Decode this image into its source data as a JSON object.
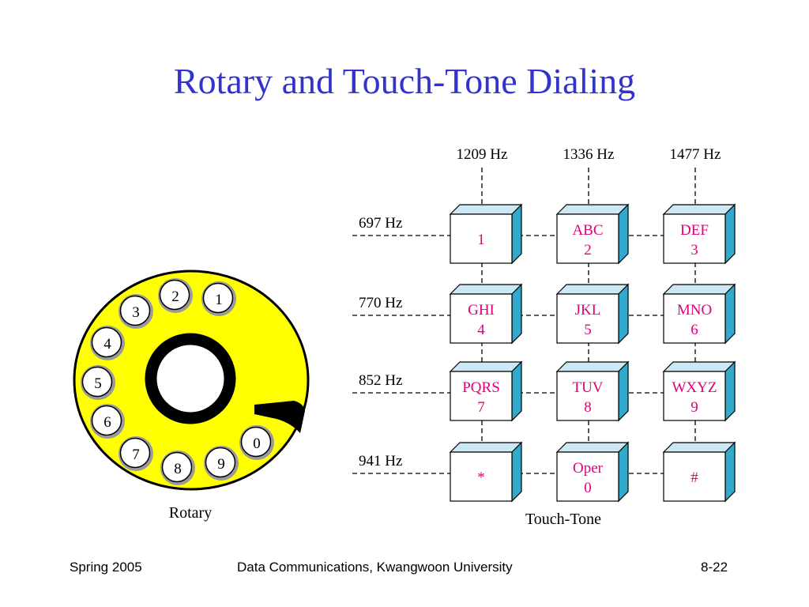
{
  "title": "Rotary and Touch-Tone Dialing",
  "rotary": {
    "label": "Rotary",
    "digits": [
      "1",
      "2",
      "3",
      "4",
      "5",
      "6",
      "7",
      "8",
      "9",
      "0"
    ]
  },
  "touchtone": {
    "label": "Touch-Tone",
    "column_freqs": [
      "1209 Hz",
      "1336 Hz",
      "1477 Hz"
    ],
    "row_freqs": [
      "697 Hz",
      "770 Hz",
      "852 Hz",
      "941 Hz"
    ],
    "keys": [
      [
        {
          "letters": "",
          "digit": "1"
        },
        {
          "letters": "ABC",
          "digit": "2"
        },
        {
          "letters": "DEF",
          "digit": "3"
        }
      ],
      [
        {
          "letters": "GHI",
          "digit": "4"
        },
        {
          "letters": "JKL",
          "digit": "5"
        },
        {
          "letters": "MNO",
          "digit": "6"
        }
      ],
      [
        {
          "letters": "PQRS",
          "digit": "7"
        },
        {
          "letters": "TUV",
          "digit": "8"
        },
        {
          "letters": "WXYZ",
          "digit": "9"
        }
      ],
      [
        {
          "letters": "",
          "digit": "*"
        },
        {
          "letters": "Oper",
          "digit": "0"
        },
        {
          "letters": "",
          "digit": "#"
        }
      ]
    ]
  },
  "footer": {
    "left": "Spring 2005",
    "center": "Data Communications, Kwangwoon University",
    "right": "8-22"
  },
  "colors": {
    "title": "#3333cc",
    "dial": "#ffff00",
    "key_face": "#ffffff",
    "key_side": "#33aacc",
    "key_top": "#cce8f4",
    "key_text": "#e0007a"
  }
}
